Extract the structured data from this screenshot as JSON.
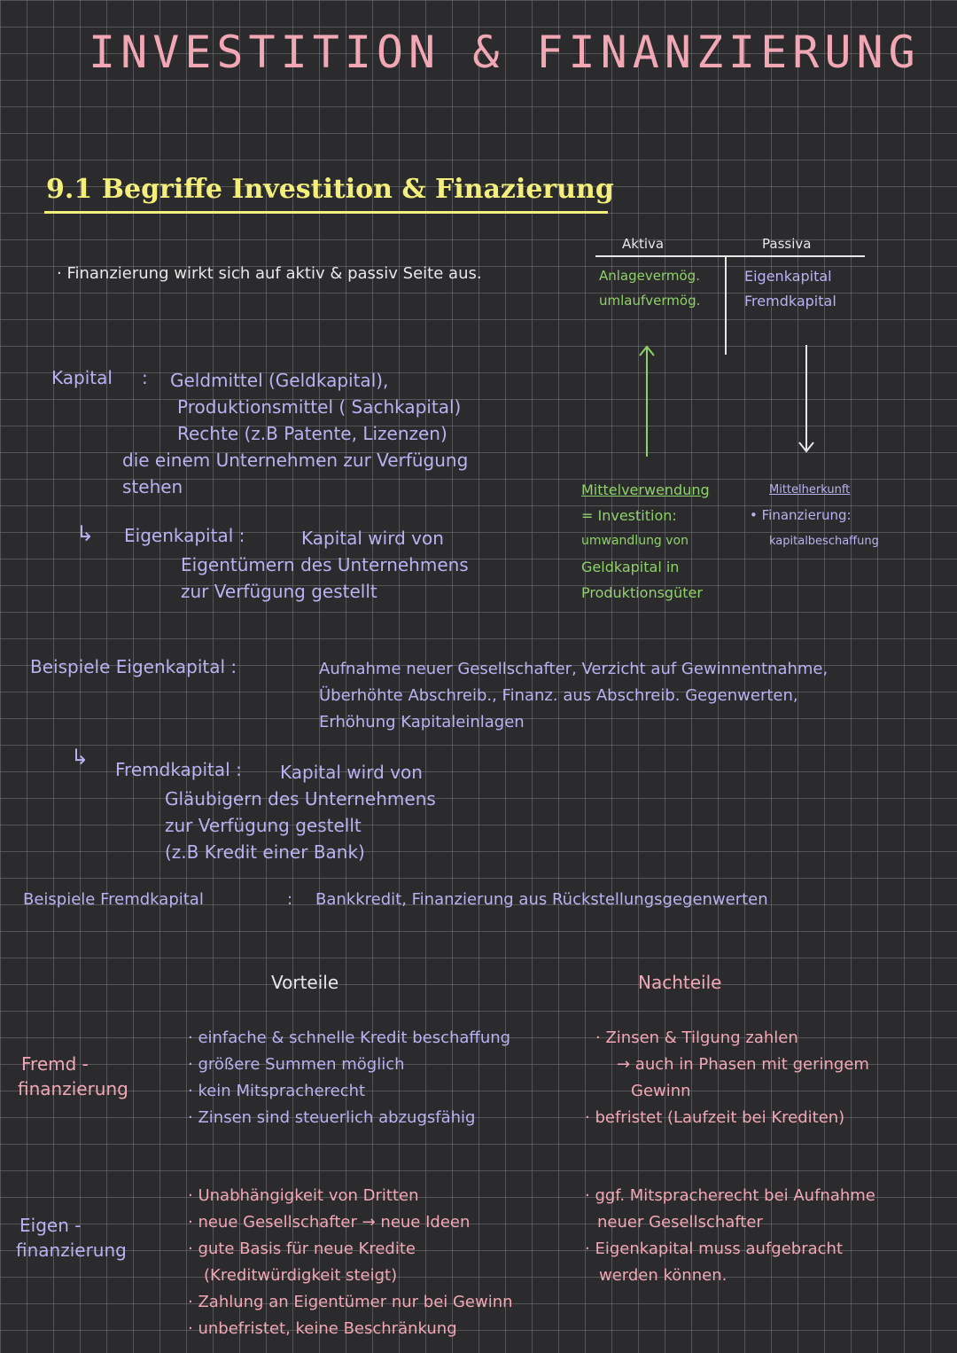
{
  "title": "INVESTITION & FINANZIERUNG",
  "section": "9.1 Begriffe Investition & Finazierung",
  "intro": "· Finanzierung wirkt sich auf aktiv & passiv Seite aus.",
  "balance": {
    "aktiva_header": "Aktiva",
    "passiva_header": "Passiva",
    "aktiva_items": [
      "Anlagevermög.",
      "umlaufvermög."
    ],
    "passiva_items": [
      "Eigenkapital",
      "Fremdkapital"
    ],
    "left_note": [
      "Mittelverwendung",
      "= Investition:",
      "umwandlung von",
      "Geldkapital in",
      "Produktionsgüter"
    ],
    "right_note": [
      "Mittelherkunft",
      "• Finanzierung:",
      "kapitalbeschaffung"
    ]
  },
  "kapital": {
    "label": "Kapital",
    "colon": ":",
    "lines": [
      "Geldmittel (Geldkapital),",
      "Produktionsmittel ( Sachkapital)",
      "Rechte (z.B Patente, Lizenzen)"
    ],
    "tail": [
      "die einem Unternehmen zur Verfügung",
      "stehen"
    ]
  },
  "eigenkapital": {
    "arrow": "↳",
    "label": "Eigenkapital :",
    "lines": [
      "Kapital wird von",
      "Eigentümern des Unternehmens",
      "zur Verfügung gestellt"
    ]
  },
  "beispiele_ek": {
    "label": "Beispiele Eigenkapital :",
    "lines": [
      "Aufnahme neuer Gesellschafter, Verzicht auf Gewinnentnahme,",
      "Überhöhte Abschreib., Finanz. aus Abschreib. Gegenwerten,",
      "Erhöhung Kapitaleinlagen"
    ]
  },
  "fremdkapital": {
    "arrow": "↳",
    "label": "Fremdkapital :",
    "lines": [
      "Kapital wird von",
      "Gläubigern des Unternehmens",
      "zur Verfügung gestellt",
      "(z.B Kredit einer Bank)"
    ]
  },
  "beispiele_fk": {
    "label": "Beispiele Fremdkapital",
    "colon": ":",
    "text": "Bankkredit, Finanzierung aus Rückstellungsgegenwerten"
  },
  "table": {
    "header_vorteile": "Vorteile",
    "header_nachteile": "Nachteile",
    "rows": [
      {
        "label": [
          "Fremd -",
          "finanzierung"
        ],
        "vorteile": [
          "einfache & schnelle Kredit beschaffung",
          "größere Summen möglich",
          "kein Mitspracherecht",
          "Zinsen sind steuerlich abzugsfähig"
        ],
        "nachteile": [
          "Zinsen & Tilgung zahlen",
          "→ auch in Phasen mit geringem",
          "Gewinn",
          "befristet (Laufzeit bei Krediten)"
        ]
      },
      {
        "label": [
          "Eigen -",
          "finanzierung"
        ],
        "vorteile": [
          "Unabhängigkeit von Dritten",
          "neue Gesellschafter → neue Ideen",
          "gute Basis für neue Kredite",
          "(Kreditwürdigkeit steigt)",
          "Zahlung an Eigentümer nur bei Gewinn",
          "unbefristet, keine Beschränkung"
        ],
        "nachteile": [
          "ggf. Mitspracherecht bei Aufnahme",
          "neuer Gesellschafter",
          "Eigenkapital muss aufgebracht",
          "werden können."
        ]
      }
    ]
  },
  "colors": {
    "pink": "#f2a7b5",
    "purple": "#b7b3f2",
    "yellow": "#f4ef7a",
    "green": "#8fd16a",
    "background": "#2b2b2d"
  }
}
